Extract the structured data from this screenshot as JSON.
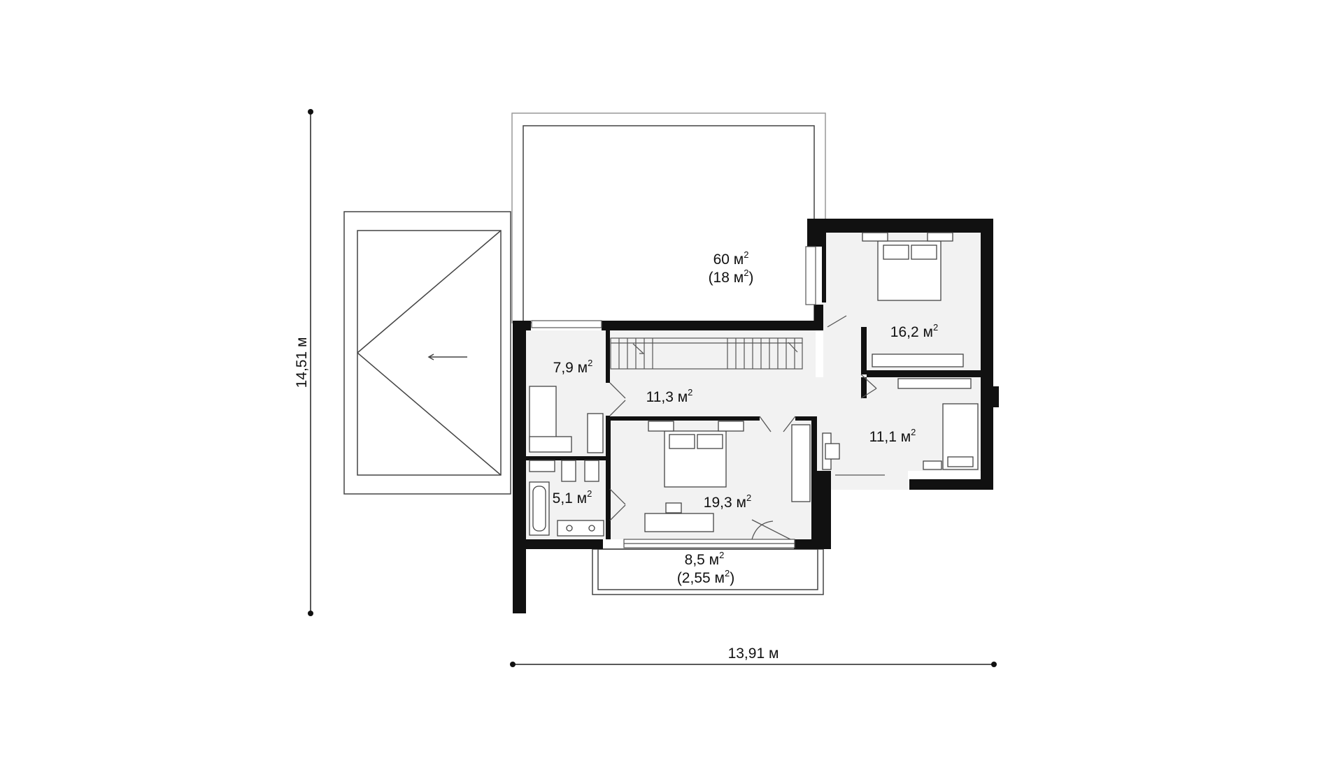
{
  "rooms": {
    "terrace_open": {
      "area": "60 м",
      "exp": "2",
      "sub_open": "(18 м",
      "sub_exp": "2",
      "sub_close": ")"
    },
    "bedroom_ne": {
      "area": "16,2 м",
      "exp": "2"
    },
    "closet_w": {
      "area": "7,9 м",
      "exp": "2"
    },
    "hall": {
      "area": "11,3 м",
      "exp": "2"
    },
    "bedroom_e": {
      "area": "11,1 м",
      "exp": "2"
    },
    "bathroom": {
      "area": "5,1 м",
      "exp": "2"
    },
    "bedroom_main": {
      "area": "19,3 м",
      "exp": "2"
    },
    "balcony": {
      "area": "8,5 м",
      "exp": "2",
      "sub_open": "(2,55 м",
      "sub_exp": "2",
      "sub_close": ")"
    }
  },
  "dimensions": {
    "height": "14,51 м",
    "width": "13,91 м"
  }
}
